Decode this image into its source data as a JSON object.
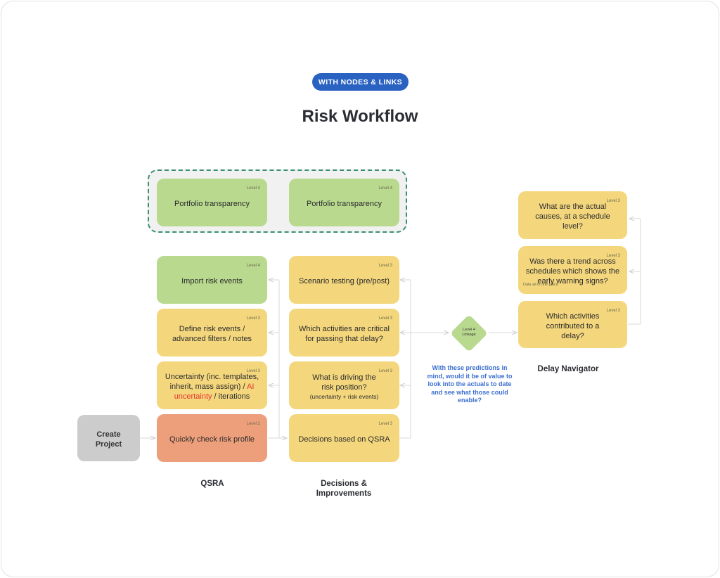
{
  "badge": "WITH NODES & LINKS",
  "title": "Risk Workflow",
  "colors": {
    "badge": "#2a62c2",
    "level4_green": "#b9d98f",
    "level3_yellow": "#f4d77d",
    "level2_orange": "#ed9f7b",
    "start_gray": "#cccccc",
    "group_border": "#3a8f73",
    "question_text": "#3b6fcf",
    "highlight_red": "#e8312a",
    "connector": "#d6d6d6"
  },
  "portfolio_group": {
    "nodes": [
      {
        "level": "Level 4",
        "text": "Portfolio transparency"
      },
      {
        "level": "Level 4",
        "text": "Portfolio transparency"
      }
    ]
  },
  "start": {
    "text_line1": "Create",
    "text_line2": "Project"
  },
  "qsra": {
    "label": "QSRA",
    "nodes": [
      {
        "level": "Level 4",
        "text": "Import risk events"
      },
      {
        "level": "Level 3",
        "text": "Define risk events / advanced filters / notes"
      },
      {
        "level": "Level 3",
        "text_before": "Uncertainty (inc. templates, inherit, mass assign) / ",
        "text_highlight": "AI uncertainty",
        "text_after": " / iterations"
      },
      {
        "level": "Level 2",
        "text": "Quickly check risk profile"
      }
    ]
  },
  "decisions": {
    "label_line1": "Decisions &",
    "label_line2": "Improvements",
    "nodes": [
      {
        "level": "Level 3",
        "text": "Scenario testing (pre/post)"
      },
      {
        "level": "Level 3",
        "text": "Which activities are critical for passing that delay?"
      },
      {
        "level": "Level 3",
        "text": "What is driving the risk position?",
        "sub": "(uncertainty + risk events)"
      },
      {
        "level": "Level 3",
        "text": "Decisions based on QSRA"
      }
    ]
  },
  "linkage": {
    "line1": "Level 4",
    "line2": "Linkage"
  },
  "question": "With these predictions in mind, would it be of value to look into the actuals to date and see what those could enable?",
  "delay_navigator": {
    "label": "Delay Navigator",
    "nodes": [
      {
        "level": "Level 3",
        "text": "What are the actual causes, at a schedule level?"
      },
      {
        "level": "Level 3",
        "text": "Was there a trend across schedules which shows the early warning signs?",
        "note": "Data all in one place"
      },
      {
        "level": "Level 3",
        "text": "Which activities contributed to a delay?"
      }
    ]
  }
}
